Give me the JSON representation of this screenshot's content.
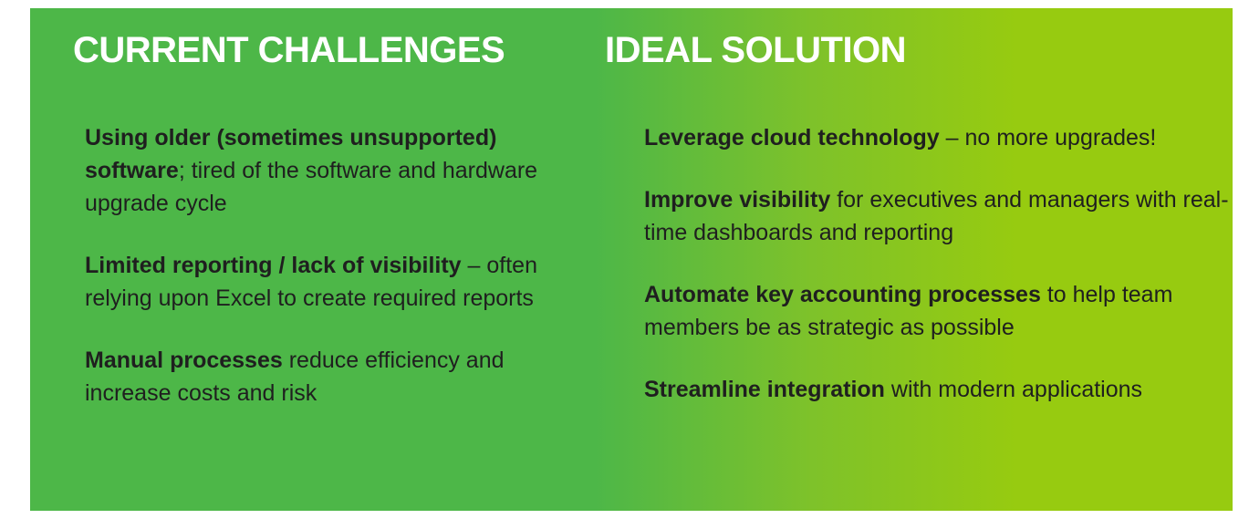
{
  "colors": {
    "left_bg": "#4db748",
    "right_bg": "#97cb10",
    "heading": "#ffffff",
    "text": "#1f1f1f"
  },
  "challenges": {
    "title": "CURRENT CHALLENGES",
    "items": [
      {
        "bold": "Using older (sometimes unsupported) software",
        "rest": "; tired of the software and hardware upgrade cycle"
      },
      {
        "bold": "Limited reporting / lack of visibility",
        "rest": " – often relying upon Excel to create required reports"
      },
      {
        "bold": "Manual processes",
        "rest": " reduce efficiency and increase costs and risk"
      }
    ]
  },
  "solution": {
    "title": "IDEAL SOLUTION",
    "items": [
      {
        "bold": "Leverage cloud technology",
        "rest": " – no more upgrades!"
      },
      {
        "bold": "Improve visibility",
        "rest": " for executives and managers with real-time dashboards and reporting"
      },
      {
        "bold": "Automate key accounting processes",
        "rest": " to help team members be as strategic as possible"
      },
      {
        "bold": "Streamline integration",
        "rest": " with modern applications"
      }
    ]
  }
}
